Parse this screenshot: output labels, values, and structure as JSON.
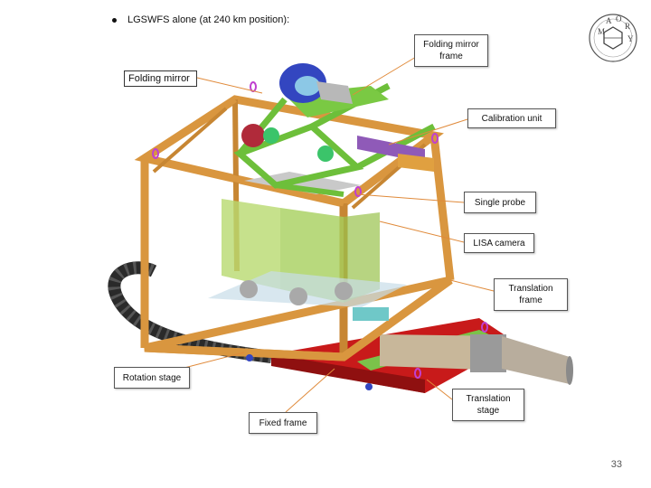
{
  "title": "LGSWFS alone (at 240 km position):",
  "labels": {
    "folding_mirror_frame": "Folding mirror frame",
    "folding_mirror": "Folding mirror",
    "calibration_unit": "Calibration unit",
    "single_probe": "Single probe",
    "lisa_camera": "LISA camera",
    "translation_frame": "Translation frame",
    "rotation_stage": "Rotation stage",
    "translation_stage": "Translation stage",
    "fixed_frame": "Fixed frame"
  },
  "logo_letters": [
    "M",
    "A",
    "O",
    "R",
    "Y"
  ],
  "page_number": "33",
  "colors": {
    "frame_wood": "#d99a4a",
    "frame_dark": "#a0641f",
    "green_frame": "#7ac943",
    "red_base": "#d11a1a",
    "leader_line": "#e08a3a",
    "cable_chain": "#2a2a2a"
  }
}
